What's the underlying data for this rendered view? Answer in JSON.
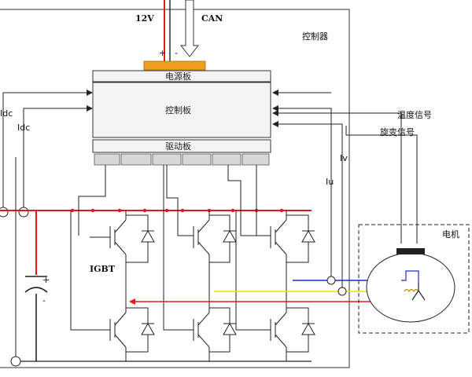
{
  "inputs": {
    "supply": "12V",
    "bus": "CAN",
    "plus": "+",
    "minus": "-"
  },
  "controller": {
    "title": "控制器",
    "power_board": "电源板",
    "control_board": "控制板",
    "driver_board": "驱动板"
  },
  "signals": {
    "idc_outer": "Idc",
    "idc_inner": "Idc",
    "iv": "Iv",
    "iu": "Iu",
    "temperature": "温度信号",
    "resolver": "旋变信号"
  },
  "power_stage": {
    "igbt": "IGBT",
    "cap_plus": "+",
    "cap_minus": "-"
  },
  "motor": {
    "title": "电机"
  },
  "colors": {
    "dc_positive": "#e8141b",
    "phase_u": "#e8141b",
    "phase_v": "#f0e000",
    "phase_w": "#1a2bd6",
    "connector": "#f0a020",
    "wire": "#222222"
  }
}
